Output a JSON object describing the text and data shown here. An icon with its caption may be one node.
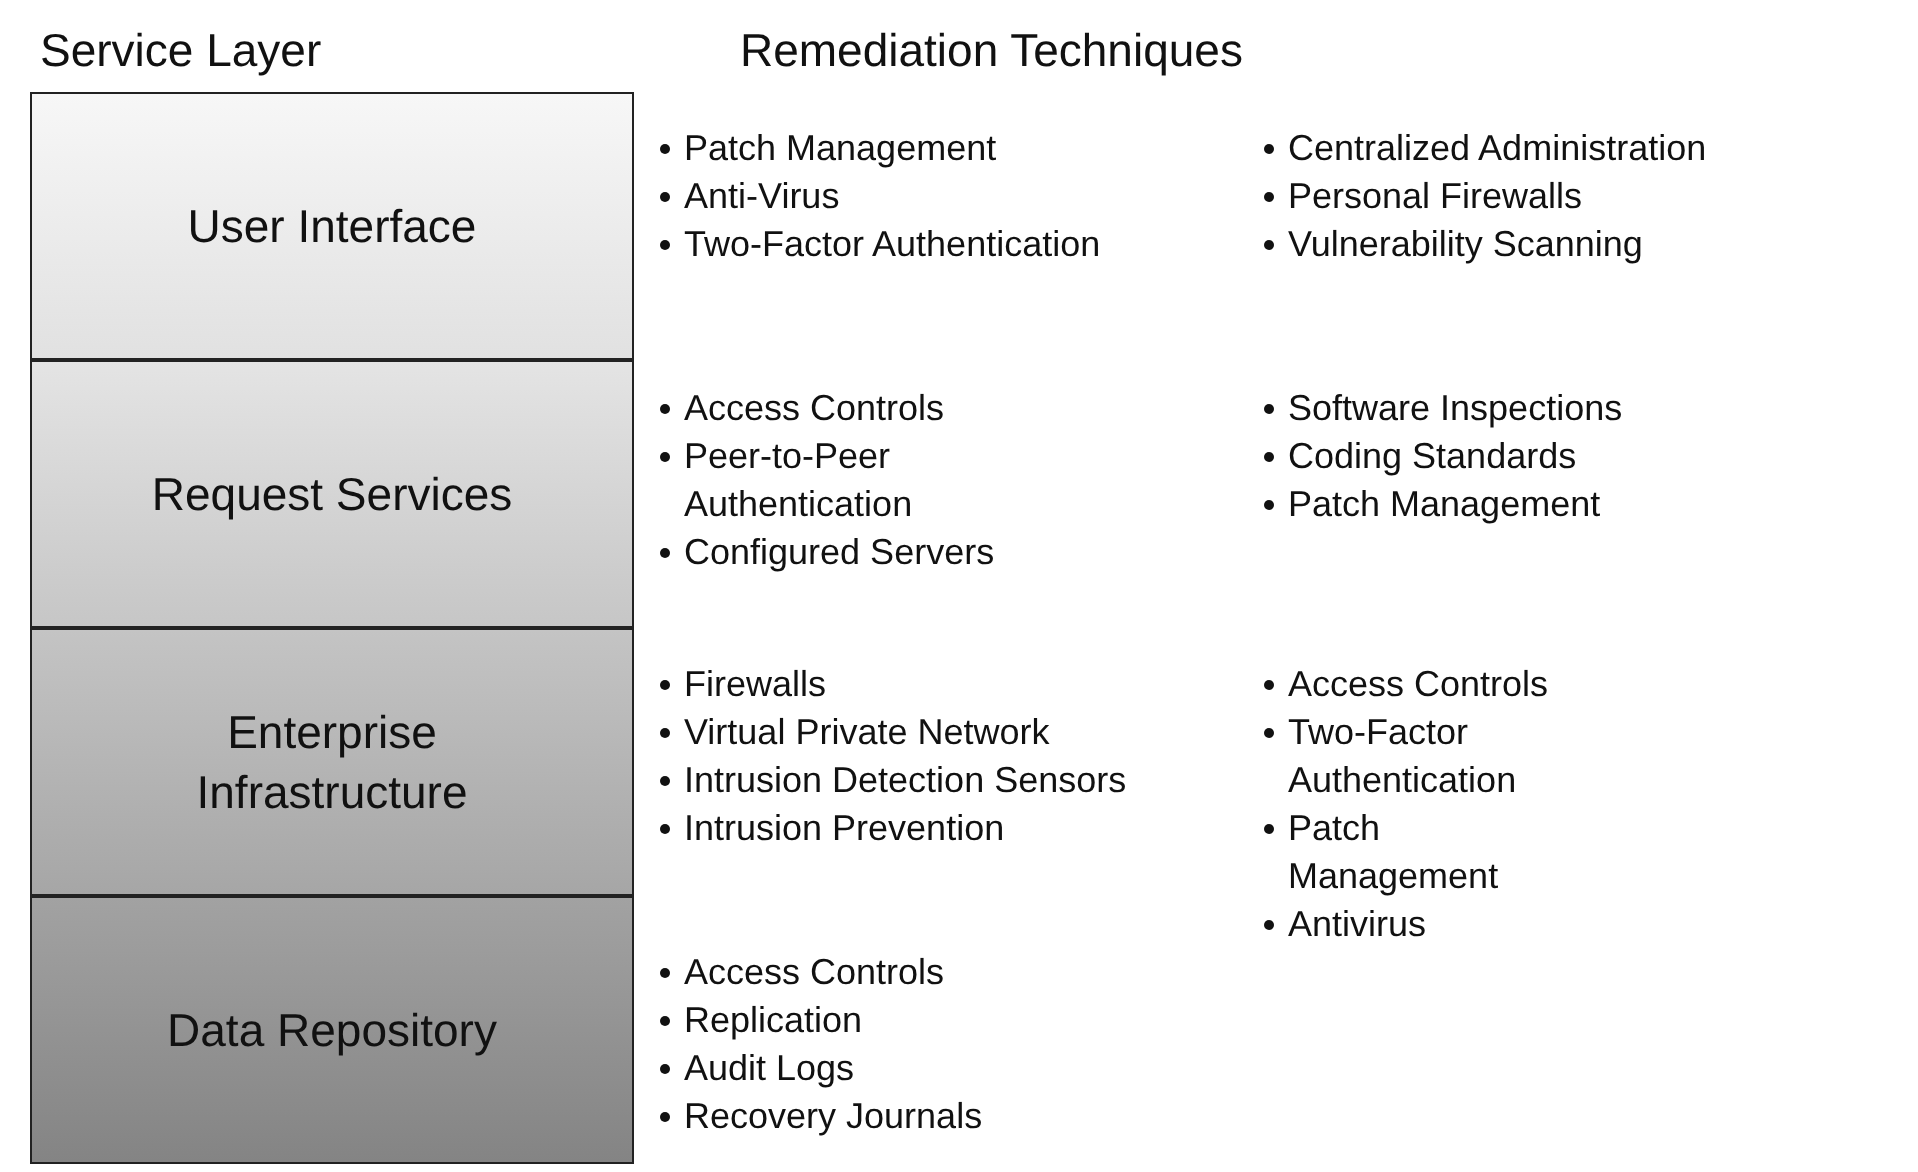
{
  "diagram": {
    "nodes": [
      {
        "text": [
          "User Interface"
        ]
      },
      {
        "text": [
          "Request Services"
        ]
      },
      {
        "text": [
          "Enterprise Infrastructure"
        ]
      },
      {
        "text": [
          "Data Repository"
        ]
      }
    ],
    "labels": [
      "Service Layer",
      "Remediation Techniques",
      "Patch Management",
      "Anti-Virus",
      "Two-Factor Authentication",
      "Centralized Administration",
      "Personal Firewalls",
      "Vulnerability Scanning",
      "Access Controls",
      "Peer-to-Peer Authentication",
      "Configured Servers",
      "Software Inspections",
      "Coding Standards",
      "Patch Management",
      "Firewalls",
      "Virtual Private Network",
      "Intrusion Detection Sensors",
      "Intrusion Prevention",
      "Access Controls",
      "Two-Factor Authentication",
      "Patch Management",
      "Antivirus",
      "Access Controls",
      "Replication",
      "Audit Logs",
      "Recovery Journals"
    ]
  }
}
